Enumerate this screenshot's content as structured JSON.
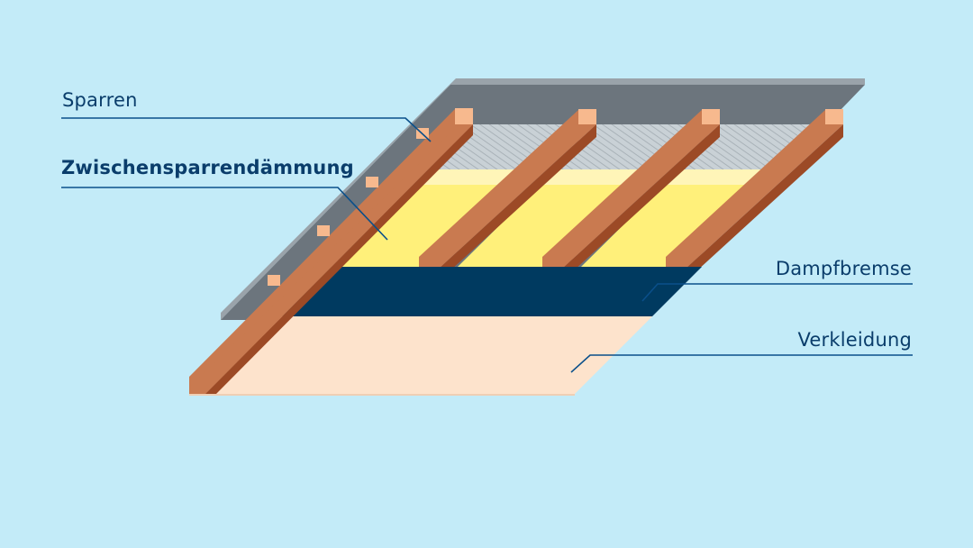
{
  "diagram": {
    "labels": {
      "sparren": "Sparren",
      "zwischensparrendaemmung": "Zwischensparrendämmung",
      "dampfbremse": "Dampfbremse",
      "verkleidung": "Verkleidung"
    },
    "colors": {
      "background": "#c3ebf8",
      "roof_deck": "#6c757d",
      "roof_deck_top": "#9aa3aa",
      "rafter_face": "#c97a50",
      "rafter_side": "#9c4a26",
      "rafter_end": "#f7b98e",
      "insulation": "#fff07a",
      "insulation_top": "#fff5b8",
      "membrane": "#003a60",
      "cladding": "#fde3cc",
      "cladding_edge": "#efcfb4",
      "leader_line": "#0a4f8a",
      "label_text": "#0a3d6b"
    }
  }
}
